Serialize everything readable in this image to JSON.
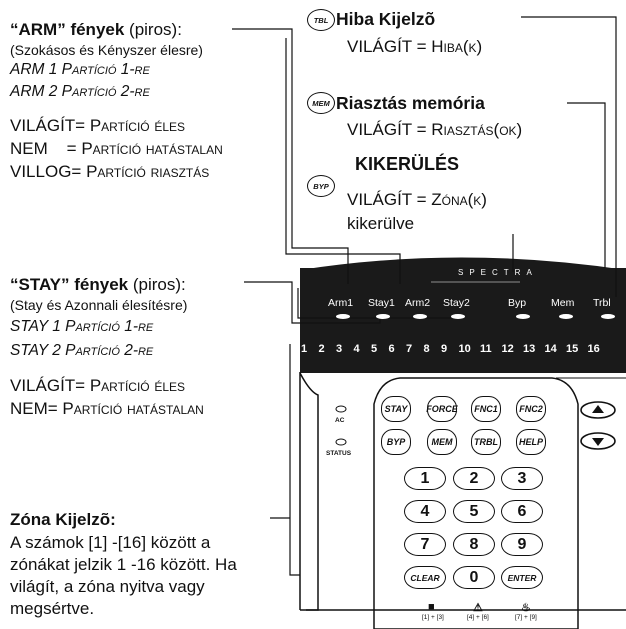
{
  "arm_section": {
    "title_quoted": "“ARM”",
    "title_rest": " fények",
    "title_paren": " (piros):",
    "subtitle": "(Szokásos és Kényszer élesre)",
    "line1": "ARM 1 Partíció 1-re",
    "line2": "ARM 2 Partíció 2-re",
    "state1": "VILÁGÍT= Partíció éles",
    "state2": "NEM    = Partíció hatástalan",
    "state3": "VILLOG= Partíció riasztás"
  },
  "stay_section": {
    "title_quoted": "“STAY”",
    "title_rest": " fények",
    "title_paren": " (piros):",
    "subtitle": "(Stay és Azonnali élesítésre)",
    "line1": "STAY 1 Partíció 1-re",
    "line2": "STAY 2 Partíció 2-re",
    "state1": "VILÁGÍT= Partíció éles",
    "state2": "NEM= Partíció hatástalan"
  },
  "zone_section": {
    "title": "Zóna Kijelzõ:",
    "desc1": "A számok [1] -[16] között a",
    "desc2": "zónákat jelzik 1 -16 között. Ha",
    "desc3": "világít, a zóna nyitva vagy",
    "desc4": "megsértve."
  },
  "trouble_section": {
    "icon": "TBL",
    "title": "Hiba Kijelzõ",
    "state": "VILÁGÍT = Hiba(k)"
  },
  "memory_section": {
    "icon": "MEM",
    "title": "Riasztás memória",
    "state": "VILÁGÍT = Riasztás(ok)"
  },
  "bypass_section": {
    "icon": "BYP",
    "title": "KIKERÜLÉS",
    "state": "VILÁGÍT = Zóna(k)",
    "state2": "kikerülve"
  },
  "panel": {
    "brand": "SPECTRA",
    "leds": [
      "Arm1",
      "Stay1",
      "Arm2",
      "Stay2",
      "Byp",
      "Mem",
      "Trbl"
    ],
    "zones": [
      "1",
      "2",
      "3",
      "4",
      "5",
      "6",
      "7",
      "8",
      "9",
      "10",
      "11",
      "12",
      "13",
      "14",
      "15",
      "16"
    ],
    "ac_label": "AC",
    "status_label": "STATUS",
    "func_keys": [
      "STAY",
      "FORCE",
      "FNC1",
      "FNC2",
      "BYP",
      "MEM",
      "TRBL",
      "HELP"
    ],
    "num_keys": [
      "1",
      "2",
      "3",
      "4",
      "5",
      "6",
      "7",
      "8",
      "9",
      "CLEAR",
      "0",
      "ENTER"
    ],
    "panic_labels": [
      "[1] + [3]",
      "[4] + [6]",
      "[7] + [9]"
    ],
    "panic_icons": [
      "police-icon",
      "warning-icon",
      "fire-icon"
    ]
  }
}
